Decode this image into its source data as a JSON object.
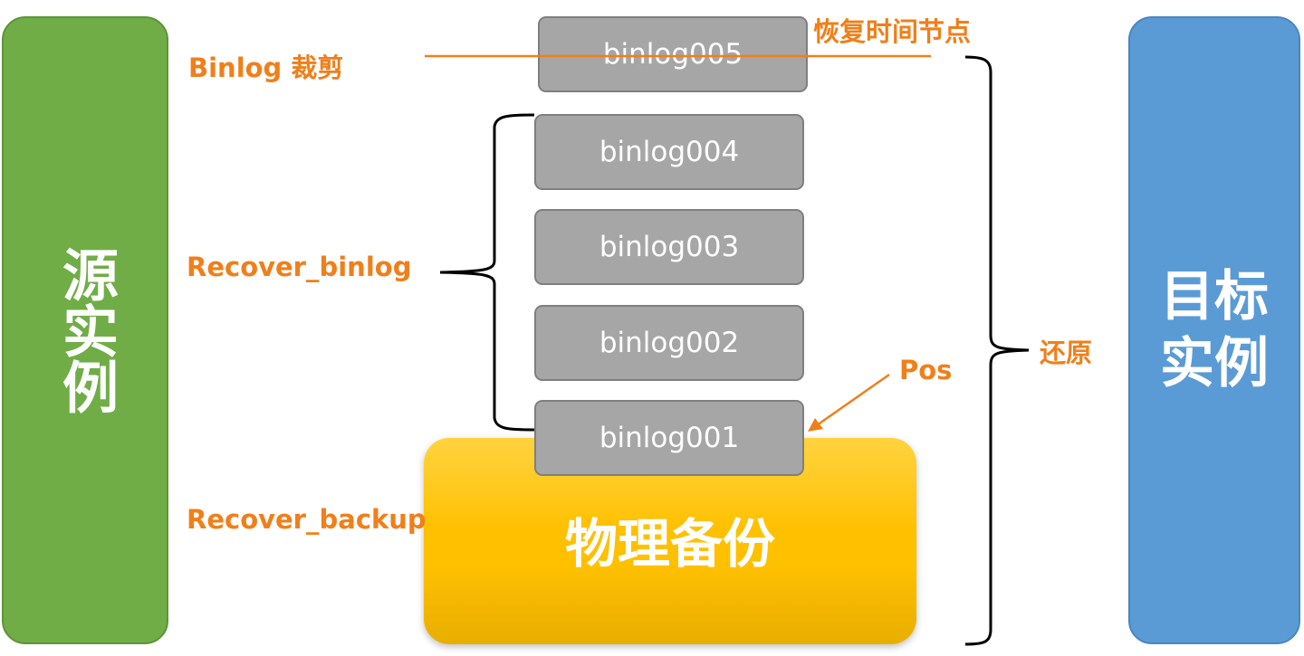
{
  "source_instance": {
    "label": "源实例",
    "color": "#70ad47"
  },
  "target_instance": {
    "label": "目标实例",
    "color": "#5b9bd5"
  },
  "binlogs": [
    {
      "name": "binlog005"
    },
    {
      "name": "binlog004"
    },
    {
      "name": "binlog003"
    },
    {
      "name": "binlog002"
    },
    {
      "name": "binlog001"
    }
  ],
  "physical_backup": {
    "label": "物理备份",
    "color": "#ffc000"
  },
  "labels": {
    "binlog_trim": "Binlog 裁剪",
    "recovery_point": "恢复时间节点",
    "recover_binlog": "Recover_binlog",
    "recover_backup": "Recover_backup",
    "pos": "Pos",
    "restore": "还原"
  },
  "accent_color": "#f07f1a"
}
